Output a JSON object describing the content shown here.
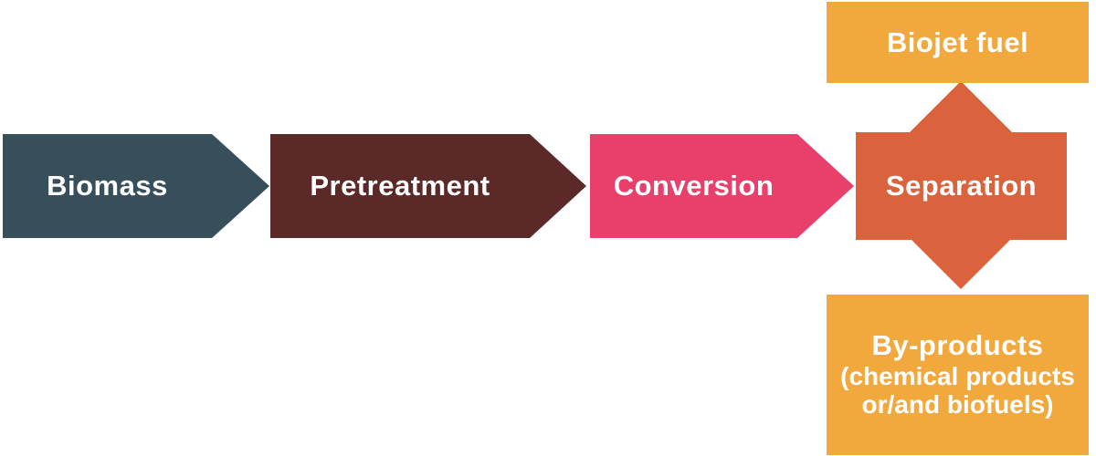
{
  "diagram": {
    "type": "process-flow",
    "description": "Biomass to biojet fuel production chain"
  },
  "stages": {
    "biomass": "Biomass",
    "pretreatment": "Pretreatment",
    "conversion": "Conversion",
    "separation": "Separation"
  },
  "outputs": {
    "biojet": "Biojet fuel",
    "byproducts_title": "By-products",
    "byproducts_line2": "(chemical products",
    "byproducts_line3": "or/and biofuels)"
  },
  "colors": {
    "background": "#FFFFFF",
    "biomass_arrow": "#374F5B",
    "pretreatment_arrow": "#5B2927",
    "conversion_arrow": "#E8406B",
    "separation_shape": "#DA623D",
    "product_box": "#F1A83C",
    "label_text": "#FFFFFF"
  }
}
